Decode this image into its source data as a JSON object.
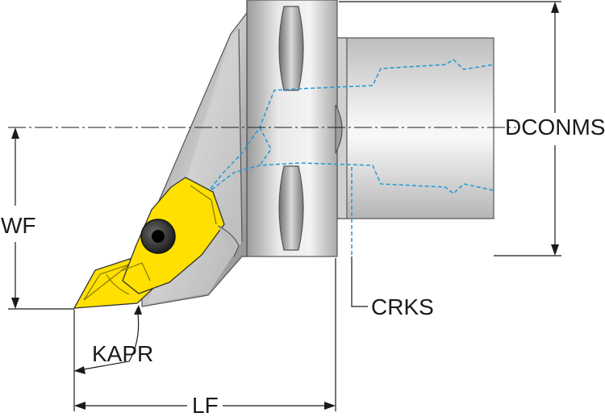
{
  "labels": {
    "dconms": "DCONMS",
    "wf": "WF",
    "crks": "CRKS",
    "kapr": "KAPR",
    "lf": "LF"
  },
  "colors": {
    "insert": "#ffe000",
    "body_dark": "#8c8c8c",
    "body_light": "#e6e6e6",
    "coolant": "#1f9ad6",
    "line": "#1a1a1a"
  }
}
